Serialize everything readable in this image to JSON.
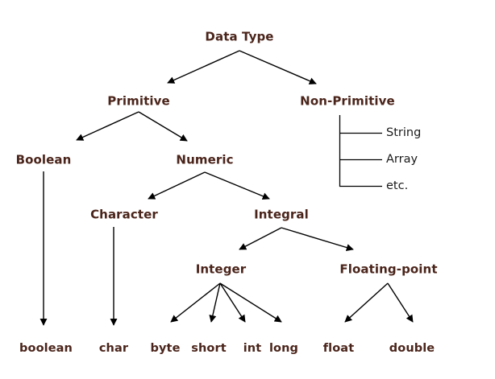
{
  "diagram": {
    "title": "Data Type",
    "type": "tree-hierarchy",
    "nodes": {
      "root": "Data Type",
      "primitive": "Primitive",
      "non_primitive": "Non-Primitive",
      "boolean_node": "Boolean",
      "numeric": "Numeric",
      "character": "Character",
      "integral": "Integral",
      "integer": "Integer",
      "floating_point": "Floating-point"
    },
    "leaves": {
      "boolean_leaf": "boolean",
      "char_leaf": "char",
      "byte_leaf": "byte",
      "short_leaf": "short",
      "int_leaf": "int",
      "long_leaf": "long",
      "float_leaf": "float",
      "double_leaf": "double"
    },
    "non_primitive_items": [
      "String",
      "Array",
      "etc."
    ],
    "colors": {
      "node_text": "#4a241a",
      "leaf_branch_text": "#1a1a1a",
      "edge": "#000000",
      "background": "#ffffff"
    }
  }
}
